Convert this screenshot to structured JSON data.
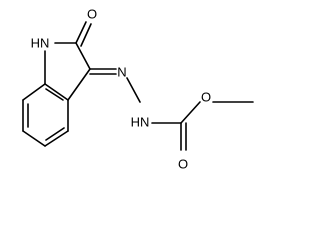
{
  "molecule": {
    "atoms": {
      "n_ring": "HN",
      "o_lactam": "O",
      "n_imine": "N",
      "nh_hydrazide": "HN",
      "o_ester": "O",
      "o_carbonyl": "O"
    }
  }
}
